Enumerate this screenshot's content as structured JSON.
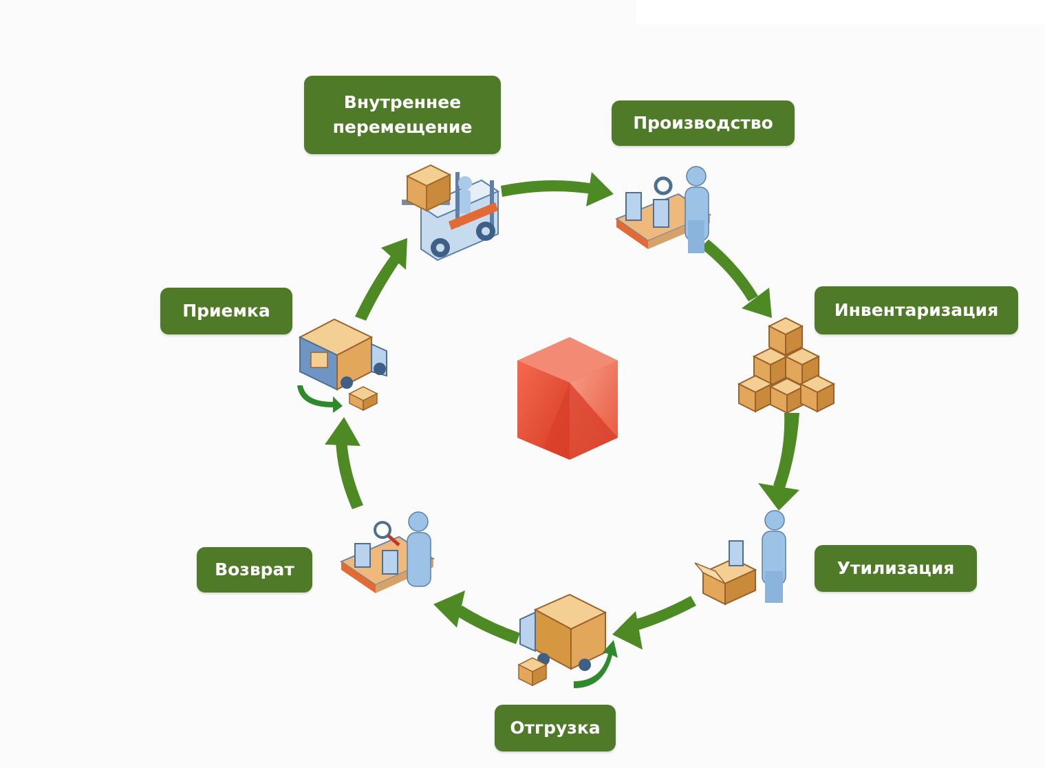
{
  "stages": [
    {
      "id": "internal-move",
      "label": "Внутреннее\nперемещение"
    },
    {
      "id": "production",
      "label": "Производство"
    },
    {
      "id": "inventory",
      "label": "Инвентаризация"
    },
    {
      "id": "disposal",
      "label": "Утилизация"
    },
    {
      "id": "shipping",
      "label": "Отгрузка"
    },
    {
      "id": "return",
      "label": "Возврат"
    },
    {
      "id": "receiving",
      "label": "Приемка"
    }
  ],
  "colors": {
    "label_bg": "#4f7a28",
    "arrow": "#4e8a24",
    "cube": "#e8533a",
    "box": "#e3b06a",
    "worker": "#9cc3e6"
  }
}
